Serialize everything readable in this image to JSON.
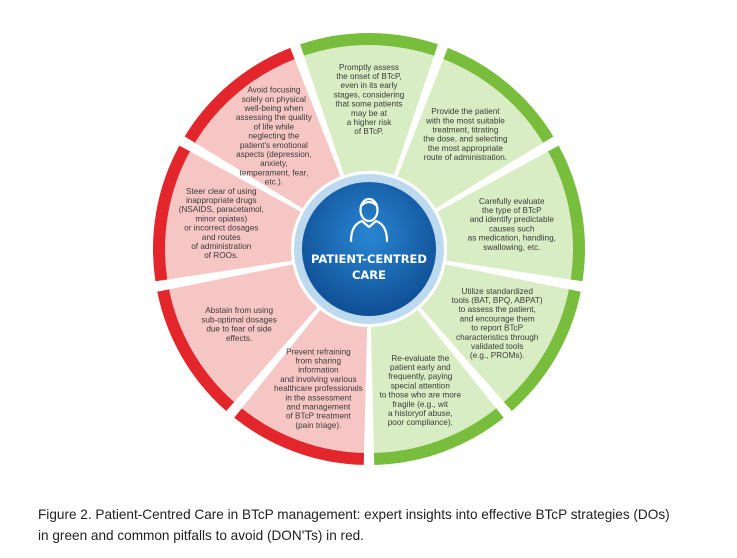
{
  "center": {
    "label_lines": [
      "PATIENT-CENTRED",
      "CARE"
    ],
    "icon": "person-icon"
  },
  "colors": {
    "do_fill": "#d9edc4",
    "do_ring": "#78be3c",
    "dont_fill": "#f6c6c4",
    "dont_ring": "#e3262b",
    "center_blue": "#1560ab",
    "center_ring": "#bcd9ef"
  },
  "segments": [
    {
      "id": "do-1",
      "kind": "do",
      "lines": [
        "Promptly assess",
        "the onset of BTcP,",
        "even in its early",
        "stages, considering",
        "that some patients",
        "may be at",
        "a higher risk",
        "of BTcP."
      ]
    },
    {
      "id": "do-2",
      "kind": "do",
      "lines": [
        "Provide the patient",
        "with the most suitable",
        "treatment, titrating",
        "the dose, and selecting",
        "the most appropriate",
        "route of administration."
      ]
    },
    {
      "id": "do-3",
      "kind": "do",
      "lines": [
        "Carefully evaluate",
        "the type of BTcP",
        "and identify predictable",
        "causes such",
        "as medication, handling,",
        "swallowing, etc."
      ]
    },
    {
      "id": "do-4",
      "kind": "do",
      "lines": [
        "Utilize standardized",
        "tools (BAT, BPQ, ABPAT)",
        "to assess the patient,",
        "and encourage them",
        "to report BTcP",
        "characteristics through",
        "validated tools",
        "(e.g., PROMs)."
      ]
    },
    {
      "id": "do-5",
      "kind": "do",
      "lines": [
        "Re-evaluate the",
        "patient early and",
        "frequently, paying",
        "special attention",
        "to those who are more",
        "fragile (e.g., wit",
        "a historyof abuse,",
        "poor compliance)."
      ]
    },
    {
      "id": "dont-1",
      "kind": "dont",
      "lines": [
        "Prevent refraining",
        "from sharing",
        "information",
        "and involving various",
        "healthcare professionals",
        "in the assessment",
        "and management",
        "of BTcP treatment",
        "(pain triage)."
      ]
    },
    {
      "id": "dont-2",
      "kind": "dont",
      "lines": [
        "Abstain from using",
        "sub-optimal dosages",
        "due to fear of side",
        "effects."
      ]
    },
    {
      "id": "dont-3",
      "kind": "dont",
      "lines": [
        "Steer clear of using",
        "inappropriate drugs",
        "(NSAIDS, paracetamol,",
        "minor opiates)",
        "or incorrect dosages",
        "and routes",
        "of administration",
        "of ROOs."
      ]
    },
    {
      "id": "dont-4",
      "kind": "dont",
      "lines": [
        "Avoid focusing",
        "solely on physical",
        "well-being when",
        "assessing the quality",
        "of life while",
        "neglecting the",
        "patient's emotional",
        "aspects (depression,",
        "anxiety,",
        "temperament, fear,",
        "etc.)."
      ]
    }
  ],
  "caption": {
    "line1": "Figure 2. Patient-Centred Care in BTcP management: expert insights into effective BTcP strategies (DOs)",
    "line2": "in green and common pitfalls to avoid (DON'Ts) in red."
  }
}
